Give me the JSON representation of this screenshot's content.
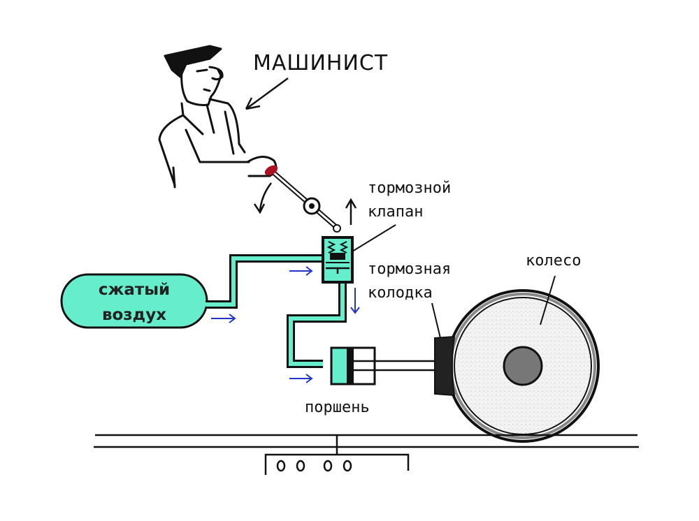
{
  "diagram": {
    "type": "train air brake schematic",
    "labels": {
      "driver": "МАШИНИСТ",
      "valve_line1": "тормозной",
      "valve_line2": "клапан",
      "shoe_line1": "тормозная",
      "shoe_line2": "колодка",
      "wheel": "колесо",
      "tank_line1": "сжатый",
      "tank_line2": "воздух",
      "piston": "поршень"
    },
    "colors": {
      "air": "#66eecc",
      "ink": "#111111",
      "flow_arrow": "#2233cc",
      "handle": "#aa1122",
      "wheel_fill": "#eeeeee",
      "hub": "#777777",
      "shoe": "#222222"
    }
  }
}
